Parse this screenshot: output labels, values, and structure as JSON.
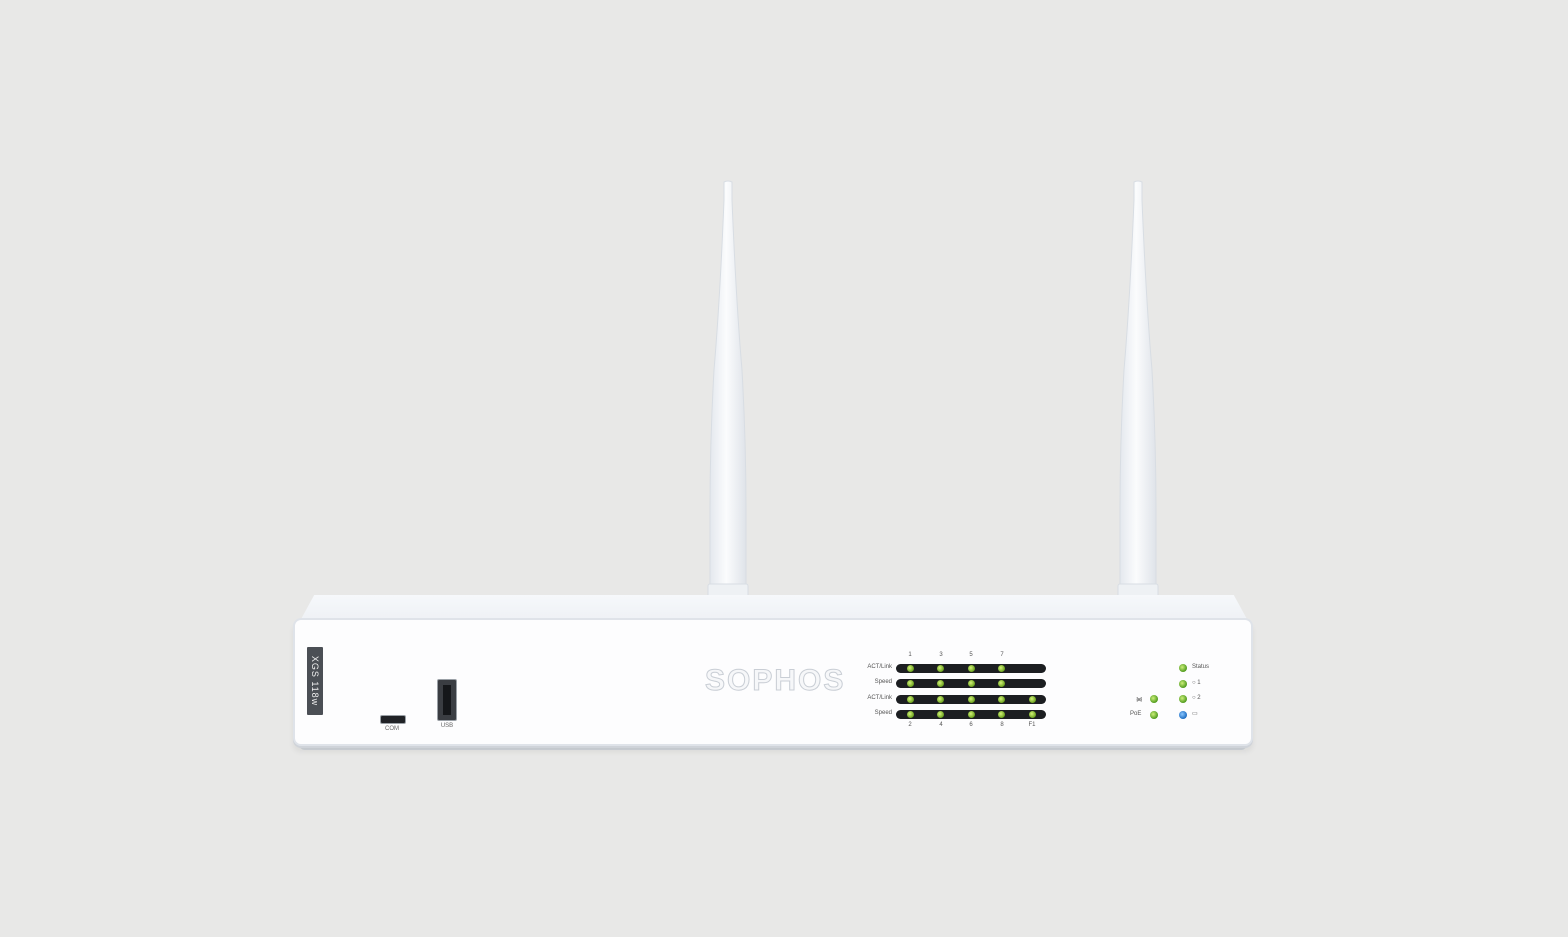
{
  "device": {
    "brand": "SOPHOS",
    "model": "XGS 118w",
    "ports": {
      "com_label": "COM",
      "usb_label": "USB"
    },
    "led_panel": {
      "row_labels": [
        "ACT/Link",
        "Speed",
        "ACT/Link",
        "Speed"
      ],
      "top_port_numbers": [
        "1",
        "3",
        "5",
        "7"
      ],
      "bottom_port_numbers": [
        "2",
        "4",
        "6",
        "8",
        "F1"
      ]
    },
    "status_panel": {
      "wifi_label": "᯼",
      "poe_label": "PoE",
      "status_label": "Status",
      "indicator_1": "1",
      "indicator_2": "2"
    },
    "colors": {
      "background": "#e8e8e7",
      "led_green": "#6aa21e",
      "led_blue": "#1d6cc0",
      "badge": "#4b4f55"
    }
  }
}
